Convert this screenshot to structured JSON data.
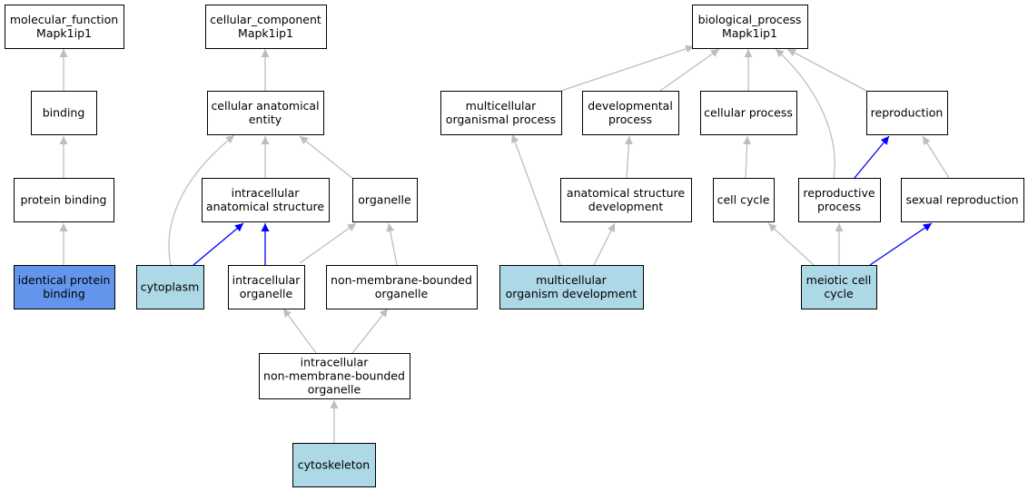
{
  "colors": {
    "node_fill": "#ffffff",
    "annotated_fill": "#add8e6",
    "selected_fill": "#6495ed",
    "edge_gray": "#bebebe",
    "edge_blue": "#0000ff",
    "border": "#000000"
  },
  "nodes": [
    {
      "id": "molecular_function",
      "lines": [
        "molecular_function",
        "Mapk1ip1"
      ],
      "fill": "white"
    },
    {
      "id": "binding",
      "lines": [
        "binding"
      ],
      "fill": "white"
    },
    {
      "id": "protein_binding",
      "lines": [
        "protein binding"
      ],
      "fill": "white"
    },
    {
      "id": "identical_protein_binding",
      "lines": [
        "identical protein",
        "binding"
      ],
      "fill": "selected"
    },
    {
      "id": "cellular_component",
      "lines": [
        "cellular_component",
        "Mapk1ip1"
      ],
      "fill": "white"
    },
    {
      "id": "cellular_anatomical_entity",
      "lines": [
        "cellular anatomical",
        "entity"
      ],
      "fill": "white"
    },
    {
      "id": "intracellular_anatomical_structure",
      "lines": [
        "intracellular",
        "anatomical structure"
      ],
      "fill": "white"
    },
    {
      "id": "organelle",
      "lines": [
        "organelle"
      ],
      "fill": "white"
    },
    {
      "id": "cytoplasm",
      "lines": [
        "cytoplasm"
      ],
      "fill": "annotated"
    },
    {
      "id": "intracellular_organelle",
      "lines": [
        "intracellular",
        "organelle"
      ],
      "fill": "white"
    },
    {
      "id": "non_membrane_bounded_organelle",
      "lines": [
        "non-membrane-bounded",
        "organelle"
      ],
      "fill": "white"
    },
    {
      "id": "intracellular_nmb_organelle",
      "lines": [
        "intracellular",
        "non-membrane-bounded",
        "organelle"
      ],
      "fill": "white"
    },
    {
      "id": "cytoskeleton",
      "lines": [
        "cytoskeleton"
      ],
      "fill": "annotated"
    },
    {
      "id": "biological_process",
      "lines": [
        "biological_process",
        "Mapk1ip1"
      ],
      "fill": "white"
    },
    {
      "id": "multicellular_organismal_process",
      "lines": [
        "multicellular",
        "organismal process"
      ],
      "fill": "white"
    },
    {
      "id": "developmental_process",
      "lines": [
        "developmental",
        "process"
      ],
      "fill": "white"
    },
    {
      "id": "cellular_process",
      "lines": [
        "cellular process"
      ],
      "fill": "white"
    },
    {
      "id": "reproduction",
      "lines": [
        "reproduction"
      ],
      "fill": "white"
    },
    {
      "id": "anatomical_structure_development",
      "lines": [
        "anatomical structure",
        "development"
      ],
      "fill": "white"
    },
    {
      "id": "cell_cycle",
      "lines": [
        "cell cycle"
      ],
      "fill": "white"
    },
    {
      "id": "reproductive_process",
      "lines": [
        "reproductive",
        "process"
      ],
      "fill": "white"
    },
    {
      "id": "sexual_reproduction",
      "lines": [
        "sexual reproduction"
      ],
      "fill": "white"
    },
    {
      "id": "multicellular_organism_development",
      "lines": [
        "multicellular",
        "organism development"
      ],
      "fill": "annotated"
    },
    {
      "id": "meiotic_cell_cycle",
      "lines": [
        "meiotic cell",
        "cycle"
      ],
      "fill": "annotated"
    }
  ],
  "edges": [
    {
      "from": "binding",
      "to": "molecular_function",
      "color": "gray"
    },
    {
      "from": "protein_binding",
      "to": "binding",
      "color": "gray"
    },
    {
      "from": "identical_protein_binding",
      "to": "protein_binding",
      "color": "gray"
    },
    {
      "from": "cellular_anatomical_entity",
      "to": "cellular_component",
      "color": "gray"
    },
    {
      "from": "intracellular_anatomical_structure",
      "to": "cellular_anatomical_entity",
      "color": "gray"
    },
    {
      "from": "organelle",
      "to": "cellular_anatomical_entity",
      "color": "gray"
    },
    {
      "from": "cytoplasm",
      "to": "cellular_anatomical_entity",
      "color": "gray"
    },
    {
      "from": "cytoplasm",
      "to": "intracellular_anatomical_structure",
      "color": "blue"
    },
    {
      "from": "intracellular_organelle",
      "to": "intracellular_anatomical_structure",
      "color": "blue"
    },
    {
      "from": "intracellular_organelle",
      "to": "organelle",
      "color": "gray"
    },
    {
      "from": "non_membrane_bounded_organelle",
      "to": "organelle",
      "color": "gray"
    },
    {
      "from": "intracellular_nmb_organelle",
      "to": "intracellular_organelle",
      "color": "gray"
    },
    {
      "from": "intracellular_nmb_organelle",
      "to": "non_membrane_bounded_organelle",
      "color": "gray"
    },
    {
      "from": "cytoskeleton",
      "to": "intracellular_nmb_organelle",
      "color": "gray"
    },
    {
      "from": "multicellular_organismal_process",
      "to": "biological_process",
      "color": "gray"
    },
    {
      "from": "developmental_process",
      "to": "biological_process",
      "color": "gray"
    },
    {
      "from": "cellular_process",
      "to": "biological_process",
      "color": "gray"
    },
    {
      "from": "reproduction",
      "to": "biological_process",
      "color": "gray"
    },
    {
      "from": "reproductive_process",
      "to": "biological_process",
      "color": "gray"
    },
    {
      "from": "anatomical_structure_development",
      "to": "developmental_process",
      "color": "gray"
    },
    {
      "from": "cell_cycle",
      "to": "cellular_process",
      "color": "gray"
    },
    {
      "from": "reproductive_process",
      "to": "reproduction",
      "color": "blue"
    },
    {
      "from": "sexual_reproduction",
      "to": "reproduction",
      "color": "gray"
    },
    {
      "from": "multicellular_organism_development",
      "to": "multicellular_organismal_process",
      "color": "gray"
    },
    {
      "from": "multicellular_organism_development",
      "to": "anatomical_structure_development",
      "color": "gray"
    },
    {
      "from": "meiotic_cell_cycle",
      "to": "cell_cycle",
      "color": "gray"
    },
    {
      "from": "meiotic_cell_cycle",
      "to": "reproductive_process",
      "color": "gray"
    },
    {
      "from": "meiotic_cell_cycle",
      "to": "sexual_reproduction",
      "color": "blue"
    }
  ]
}
